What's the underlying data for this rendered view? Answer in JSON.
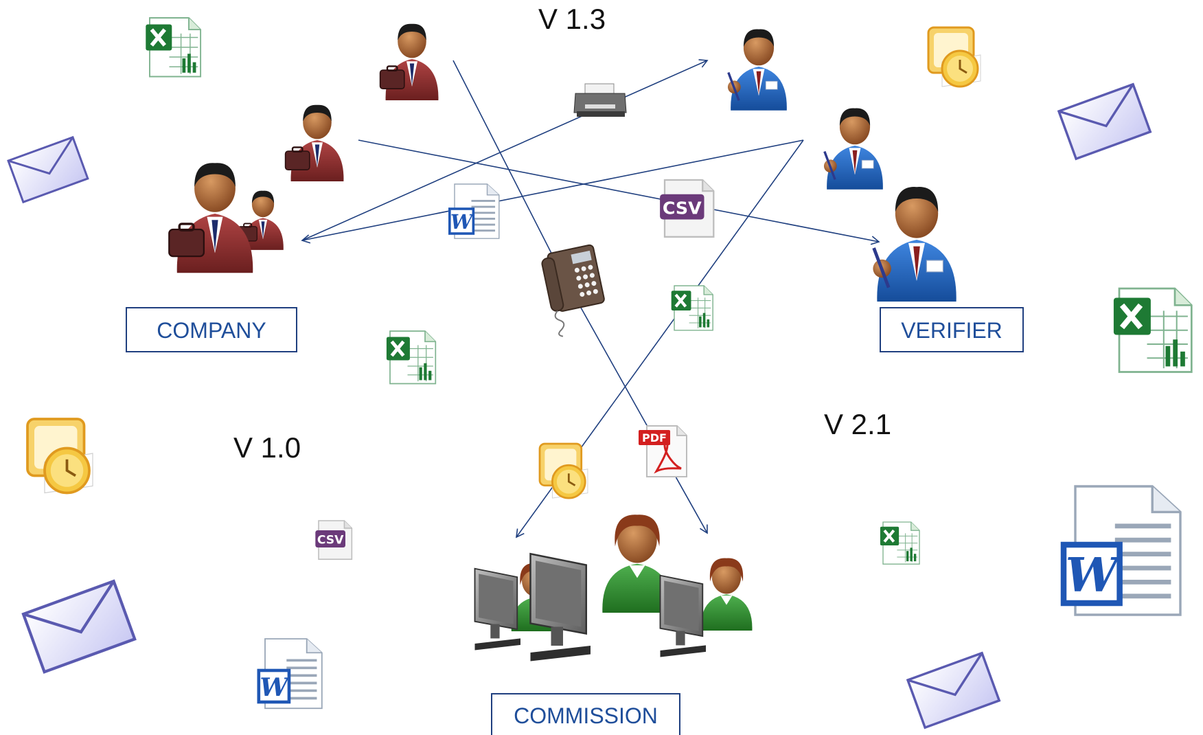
{
  "roles": {
    "company": "COMPANY",
    "verifier": "VERIFIER",
    "commission": "COMMISSION"
  },
  "versions": {
    "v13": "V 1.3",
    "v10": "V 1.0",
    "v21": "V 2.1"
  },
  "file_badges": {
    "csv": "CSV",
    "pdf": "PDF"
  },
  "colors": {
    "connector": "#1f3f7f",
    "label_text": "#1f4e9a",
    "company_suit": "#8a2b2b",
    "verifier_suit": "#1f5fb8",
    "commission_shirt": "#2e8b2e",
    "excel_green": "#1e7a34",
    "word_blue": "#1f57b5",
    "outlook_orange": "#f0a52a",
    "envelope_fill": "#e4e4fb",
    "csv_purple": "#6b3a7a",
    "pdf_red": "#d32020"
  },
  "icons": [
    "person-company-icon",
    "person-verifier-icon",
    "person-commission-icon",
    "excel-file-icon",
    "word-file-icon",
    "csv-file-icon",
    "pdf-file-icon",
    "outlook-icon",
    "envelope-icon",
    "printer-icon",
    "telephone-icon",
    "computer-monitor-icon"
  ]
}
